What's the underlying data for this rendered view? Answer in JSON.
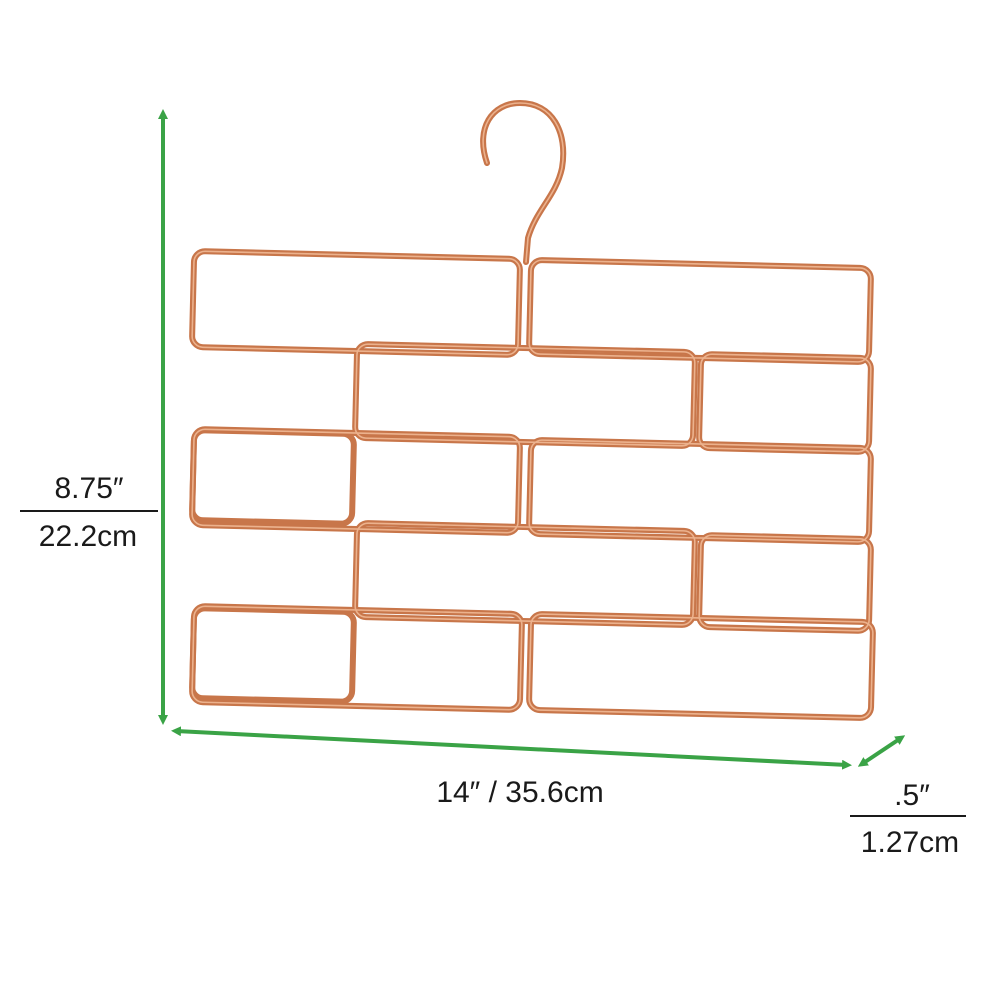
{
  "dimensions": {
    "height": {
      "inches": "8.75″",
      "cm": "22.2cm"
    },
    "width": {
      "label": "14″ / 35.6cm"
    },
    "depth": {
      "inches": ".5″",
      "cm": "1.27cm"
    }
  },
  "colors": {
    "arrow": "#3aa346",
    "hanger_wire": "#c8764a",
    "hanger_highlight": "#f0b996",
    "text": "#1a1a1a"
  },
  "icons": {
    "product": "scarf-hanger-icon",
    "arrow_vertical": "double-arrow-vertical-icon",
    "arrow_horizontal": "double-arrow-horizontal-icon",
    "arrow_depth": "double-arrow-depth-icon"
  }
}
